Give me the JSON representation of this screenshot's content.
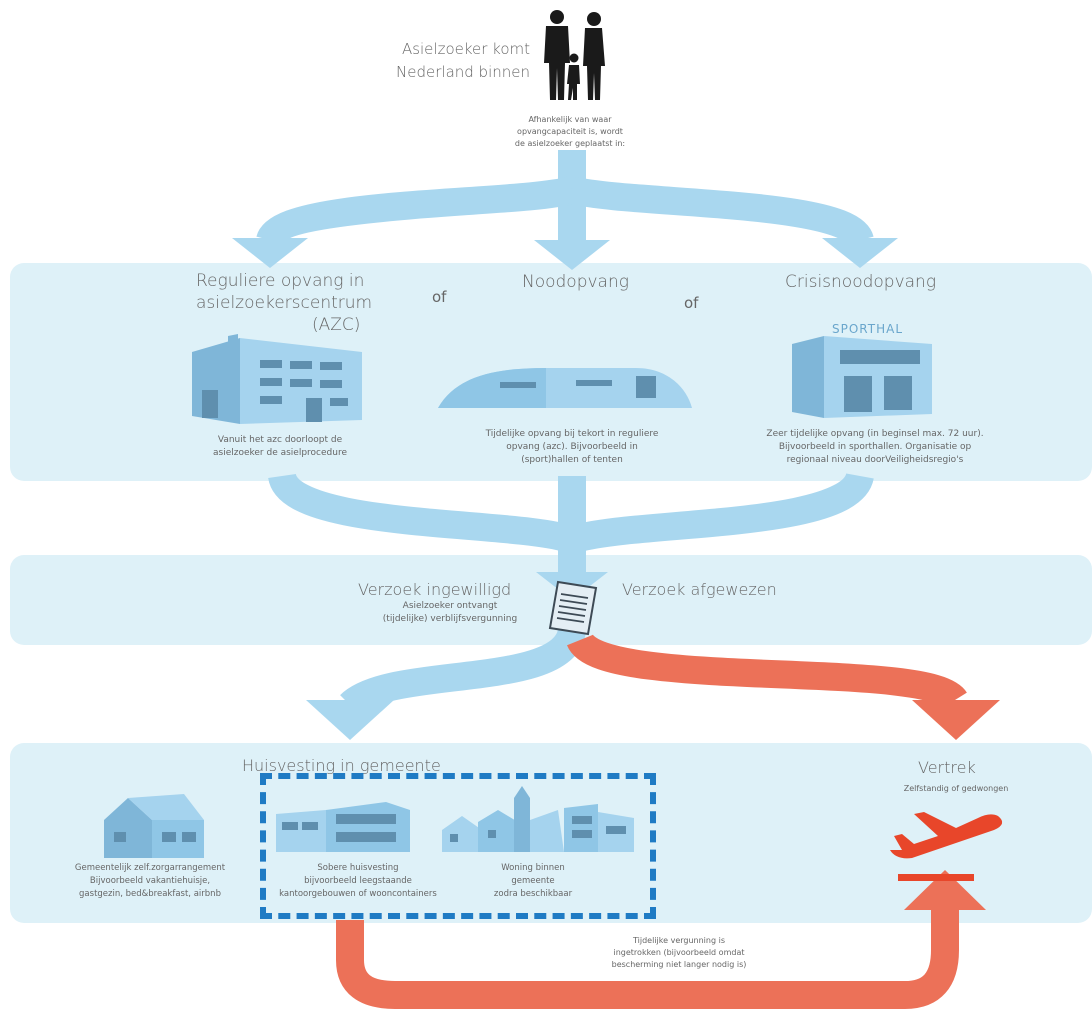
{
  "colors": {
    "flow_blue": "#a9d7ef",
    "panel_bg": "#def1f8",
    "building_blue": "#8fc6e6",
    "flow_red": "#ec7158",
    "plane_red": "#e8462a",
    "dash_blue": "#1f7bc4"
  },
  "start": {
    "title_line1": "Asielzoeker komt",
    "title_line2": "Nederland binnen",
    "note_line1": "Afhankelijk van waar",
    "note_line2": "opvangcapaciteit is, wordt",
    "note_line3": "de asielzoeker geplaatst in:"
  },
  "opvang": {
    "or1": "of",
    "or2": "of",
    "azc": {
      "title_line1": "Reguliere opvang in",
      "title_line2": "asielzoekerscentrum",
      "title_line3": "(AZC)",
      "desc_line1": "Vanuit het azc doorloopt de",
      "desc_line2": "asielzoeker de asielprocedure"
    },
    "nood": {
      "title": "Noodopvang",
      "desc_line1": "Tijdelijke opvang bij tekort in reguliere",
      "desc_line2": "opvang (azc). Bijvoorbeeld in",
      "desc_line3": "(sport)hallen of tenten"
    },
    "crisis": {
      "title": "Crisisnoodopvang",
      "sign": "SPORTHAL",
      "desc_line1": "Zeer tijdelijke opvang (in beginsel max. 72 uur).",
      "desc_line2": "Bijvoorbeeld in sporthallen. Organisatie op",
      "desc_line3": "regionaal niveau doorVeiligheidsregio's"
    }
  },
  "besluit": {
    "granted_title": "Verzoek ingewilligd",
    "granted_line1": "Asielzoeker ontvangt",
    "granted_line2": "(tijdelijke) verblijfsvergunning",
    "rejected_title": "Verzoek afgewezen"
  },
  "gemeente": {
    "title": "Huisvesting in gemeente",
    "zelf_line1": "Gemeentelijk zelf.zorgarrangement",
    "zelf_line2": "Bijvoorbeeld vakantiehuisje,",
    "zelf_line3": "gastgezin, bed&breakfast, airbnb",
    "sober_line1": "Sobere huisvesting",
    "sober_line2": "bijvoorbeeld leegstaande",
    "sober_line3": "kantoorgebouwen of wooncontainers",
    "woning_line1": "Woning binnen",
    "woning_line2": "gemeente",
    "woning_line3": "zodra beschikbaar"
  },
  "vertrek": {
    "title": "Vertrek",
    "subtitle": "Zelfstandig of gedwongen"
  },
  "ingetrokken": {
    "line1": "Tijdelijke vergunning is",
    "line2": "ingetrokken (bijvoorbeeld omdat",
    "line3": "bescherming niet langer nodig is)"
  }
}
